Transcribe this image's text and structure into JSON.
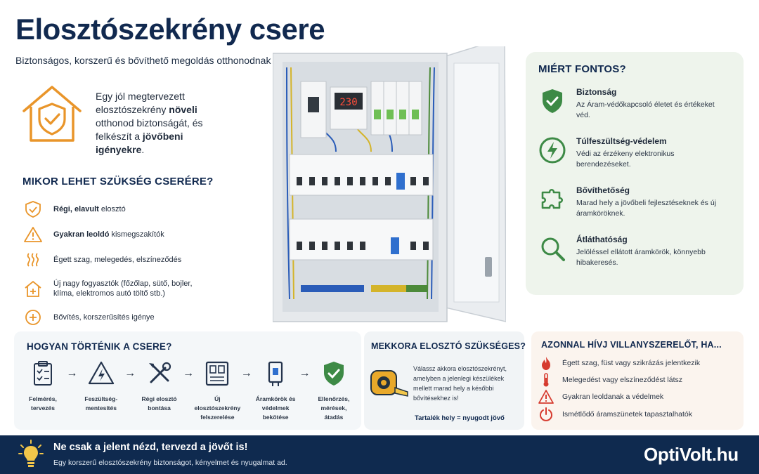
{
  "header": {
    "title": "Elosztószekrény csere",
    "subtitle": "Biztonságos, korszerű és bővíthető megoldás otthonodnak"
  },
  "intro": {
    "part1": "Egy jól megtervezett elosztószekrény ",
    "bold1": "növeli",
    "part2": " otthonod biztonságát, és felkészít a ",
    "bold2": "jövőbeni igényekre",
    "part3": "."
  },
  "mikor": {
    "title": "MIKOR LEHET SZÜKSÉG CSERÉRE?",
    "items": [
      {
        "bold": "Régi, elavult",
        "rest": " elosztó",
        "icon": "shield-check-icon"
      },
      {
        "bold": "Gyakran leoldó",
        "rest": " kismegszakítók",
        "icon": "warning-icon"
      },
      {
        "bold": "",
        "rest": "Égett szag, melegedés, elszíneződés",
        "icon": "heat-waves-icon"
      },
      {
        "bold": "",
        "rest": "Új nagy fogyasztók (főzőlap, sütő, bojler, klíma, elektromos autó töltő stb.)",
        "icon": "house-plus-icon"
      },
      {
        "bold": "",
        "rest": "Bővítés, korszerűsítés igénye",
        "icon": "expand-icon"
      }
    ]
  },
  "cabinet": {
    "display": "230"
  },
  "why": {
    "title": "MIÉRT FONTOS?",
    "items": [
      {
        "title": "Biztonság",
        "desc": "Az Áram-védőkapcsoló életet és értékeket véd.",
        "icon": "shield-check-icon"
      },
      {
        "title": "Túlfeszültség-védelem",
        "desc": "Védi az érzékeny elektronikus berendezéseket.",
        "icon": "lightning-icon"
      },
      {
        "title": "Bővíthetőség",
        "desc": "Marad hely a jövőbeli fejlesztéseknek és új áramköröknek.",
        "icon": "puzzle-icon"
      },
      {
        "title": "Átláthatóság",
        "desc": "Jelöléssel ellátott áramkörök, könnyebb hibakeresés.",
        "icon": "magnifier-icon"
      }
    ]
  },
  "hogyan": {
    "title": "HOGYAN TÖRTÉNIK A CSERE?",
    "steps": [
      {
        "label": "Felmérés, tervezés",
        "icon": "clipboard-icon"
      },
      {
        "label": "Feszültség-mentesítés",
        "icon": "high-voltage-icon"
      },
      {
        "label": "Régi elosztó bontása",
        "icon": "tools-icon"
      },
      {
        "label": "Új elosztószekrény felszerelése",
        "icon": "panel-icon"
      },
      {
        "label": "Áramkörök és védelmek bekötése",
        "icon": "breaker-icon"
      },
      {
        "label": "Ellenőrzés, mérések, átadás",
        "icon": "shield-check-icon"
      }
    ]
  },
  "mekkora": {
    "title": "MEKKORA ELOSZTÓ SZÜKSÉGES?",
    "text": "Válassz akkora elosztószekrényt, amelyben a jelenlegi készülékek mellett marad hely a későbbi bővítésekhez is!",
    "reserve": "Tartalék hely = nyugodt jövő"
  },
  "azonnal": {
    "title": "AZONNAL HÍVJ VILLANYSZERELŐT, HA...",
    "items": [
      {
        "text": "Égett szag, füst vagy szikrázás jelentkezik",
        "icon": "flame-icon"
      },
      {
        "text": "Melegedést vagy elszíneződést látsz",
        "icon": "thermometer-icon"
      },
      {
        "text": "Gyakran leoldanak a védelmek",
        "icon": "warning-icon"
      },
      {
        "text": "Ismétlődő áramszünetek tapasztalhatók",
        "icon": "power-icon"
      }
    ]
  },
  "footer": {
    "headline": "Ne csak a jelent nézd, tervezd a jövőt is!",
    "sub": "Egy korszerű elosztószekrény biztonságot, kényelmet és nyugalmat ad.",
    "brand": "OptiVolt.hu"
  },
  "colors": {
    "navy": "#11294f",
    "orange": "#e9952a",
    "green": "#3d8a46",
    "red": "#d63b2f"
  }
}
